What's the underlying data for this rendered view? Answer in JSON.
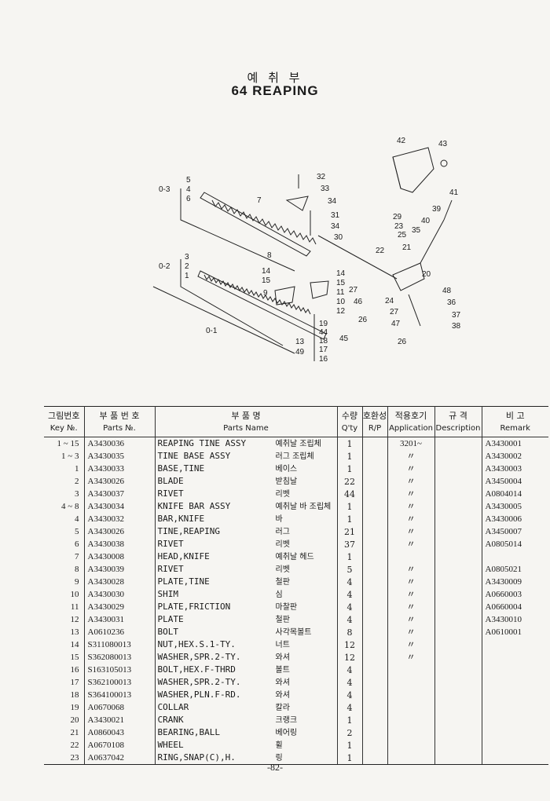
{
  "header": {
    "title_ko": "예 취 부",
    "title_en": "64  REAPING"
  },
  "diagram": {
    "callouts": [
      "42",
      "43",
      "41",
      "39",
      "40",
      "35",
      "29",
      "23",
      "25",
      "21",
      "22",
      "20",
      "32",
      "33",
      "34",
      "31",
      "34",
      "30",
      "5",
      "4",
      "6",
      "0-3",
      "7",
      "8",
      "3",
      "2",
      "1",
      "0-2",
      "14",
      "15",
      "9",
      "14",
      "15",
      "11",
      "10",
      "12",
      "27",
      "46",
      "24",
      "48",
      "36",
      "37",
      "38",
      "27",
      "47",
      "26",
      "26",
      "19",
      "44",
      "18",
      "13",
      "49",
      "17",
      "16",
      "45",
      "0-1"
    ]
  },
  "table": {
    "headers": {
      "key_ko": "그림번호",
      "key_en": "Key №.",
      "part_no_ko": "부 품 번 호",
      "part_no_en": "Parts №.",
      "name_ko": "부      품      명",
      "name_en": "Parts    Name",
      "qty_ko": "수량",
      "qty_en": "Q'ty",
      "rp_ko": "호환성",
      "rp_en": "R/P",
      "app_ko": "적용호기",
      "app_en": "Application",
      "desc_ko": "규   격",
      "desc_en": "Description",
      "remark_ko": "비      고",
      "remark_en": "Remark"
    },
    "rows": [
      {
        "key": "1 ~ 15",
        "part": "A3430036",
        "name_en": "REAPING TINE ASSY",
        "name_ko": "예취날 조립체",
        "qty": "1",
        "rp": "",
        "app": "3201~",
        "desc": "",
        "remark": "A3430001"
      },
      {
        "key": "1 ~  3",
        "part": "A3430035",
        "name_en": "TINE BASE ASSY",
        "name_ko": "러그 조립체",
        "qty": "1",
        "rp": "",
        "app": "〃",
        "desc": "",
        "remark": "A3430002"
      },
      {
        "key": "1",
        "part": "A3430033",
        "name_en": "BASE,TINE",
        "name_ko": "베이스",
        "qty": "1",
        "rp": "",
        "app": "〃",
        "desc": "",
        "remark": "A3430003"
      },
      {
        "key": "2",
        "part": "A3430026",
        "name_en": "BLADE",
        "name_ko": "받침날",
        "qty": "22",
        "rp": "",
        "app": "〃",
        "desc": "",
        "remark": "A3450004"
      },
      {
        "key": "3",
        "part": "A3430037",
        "name_en": "RIVET",
        "name_ko": "리벳",
        "qty": "44",
        "rp": "",
        "app": "〃",
        "desc": "",
        "remark": "A0804014"
      },
      {
        "key": "4 ~  8",
        "part": "A3430034",
        "name_en": "KNIFE BAR ASSY",
        "name_ko": "예취날 바 조립체",
        "qty": "1",
        "rp": "",
        "app": "〃",
        "desc": "",
        "remark": "A3430005"
      },
      {
        "key": "4",
        "part": "A3430032",
        "name_en": "BAR,KNIFE",
        "name_ko": "바",
        "qty": "1",
        "rp": "",
        "app": "〃",
        "desc": "",
        "remark": "A3430006"
      },
      {
        "key": "5",
        "part": "A3430026",
        "name_en": "TINE,REAPING",
        "name_ko": "러그",
        "qty": "21",
        "rp": "",
        "app": "〃",
        "desc": "",
        "remark": "A3450007"
      },
      {
        "key": "6",
        "part": "A3430038",
        "name_en": "RIVET",
        "name_ko": "리벳",
        "qty": "37",
        "rp": "",
        "app": "〃",
        "desc": "",
        "remark": "A0805014"
      },
      {
        "key": "7",
        "part": "A3430008",
        "name_en": "HEAD,KNIFE",
        "name_ko": "예취날 헤드",
        "qty": "1",
        "rp": "",
        "app": "",
        "desc": "",
        "remark": ""
      },
      {
        "key": "8",
        "part": "A3430039",
        "name_en": "RIVET",
        "name_ko": "리벳",
        "qty": "5",
        "rp": "",
        "app": "〃",
        "desc": "",
        "remark": "A0805021"
      },
      {
        "key": "9",
        "part": "A3430028",
        "name_en": "PLATE,TINE",
        "name_ko": "철판",
        "qty": "4",
        "rp": "",
        "app": "〃",
        "desc": "",
        "remark": "A3430009"
      },
      {
        "key": "10",
        "part": "A3430030",
        "name_en": "SHIM",
        "name_ko": "심",
        "qty": "4",
        "rp": "",
        "app": "〃",
        "desc": "",
        "remark": "A0660003"
      },
      {
        "key": "11",
        "part": "A3430029",
        "name_en": "PLATE,FRICTION",
        "name_ko": "마찰판",
        "qty": "4",
        "rp": "",
        "app": "〃",
        "desc": "",
        "remark": "A0660004"
      },
      {
        "key": "12",
        "part": "A3430031",
        "name_en": "PLATE",
        "name_ko": "철판",
        "qty": "4",
        "rp": "",
        "app": "〃",
        "desc": "",
        "remark": "A3430010"
      },
      {
        "key": "13",
        "part": "A0610236",
        "name_en": "BOLT",
        "name_ko": "사각목볼트",
        "qty": "8",
        "rp": "",
        "app": "〃",
        "desc": "",
        "remark": "A0610001"
      },
      {
        "key": "14",
        "part": "S311080013",
        "name_en": "NUT,HEX.S.1-TY.",
        "name_ko": "너트",
        "qty": "12",
        "rp": "",
        "app": "〃",
        "desc": "",
        "remark": ""
      },
      {
        "key": "15",
        "part": "S362080013",
        "name_en": "WASHER,SPR.2-TY.",
        "name_ko": "와셔",
        "qty": "12",
        "rp": "",
        "app": "〃",
        "desc": "",
        "remark": ""
      },
      {
        "key": "16",
        "part": "S163105013",
        "name_en": "BOLT,HEX.F-THRD",
        "name_ko": "볼트",
        "qty": "4",
        "rp": "",
        "app": "",
        "desc": "",
        "remark": ""
      },
      {
        "key": "17",
        "part": "S362100013",
        "name_en": "WASHER,SPR.2-TY.",
        "name_ko": "와셔",
        "qty": "4",
        "rp": "",
        "app": "",
        "desc": "",
        "remark": ""
      },
      {
        "key": "18",
        "part": "S364100013",
        "name_en": "WASHER,PLN.F-RD.",
        "name_ko": "와셔",
        "qty": "4",
        "rp": "",
        "app": "",
        "desc": "",
        "remark": ""
      },
      {
        "key": "19",
        "part": "A0670068",
        "name_en": "COLLAR",
        "name_ko": "칼라",
        "qty": "4",
        "rp": "",
        "app": "",
        "desc": "",
        "remark": ""
      },
      {
        "key": "20",
        "part": "A3430021",
        "name_en": "CRANK",
        "name_ko": "크랭크",
        "qty": "1",
        "rp": "",
        "app": "",
        "desc": "",
        "remark": ""
      },
      {
        "key": "21",
        "part": "A0860043",
        "name_en": "BEARING,BALL",
        "name_ko": "베어링",
        "qty": "2",
        "rp": "",
        "app": "",
        "desc": "",
        "remark": ""
      },
      {
        "key": "22",
        "part": "A0670108",
        "name_en": "WHEEL",
        "name_ko": "휠",
        "qty": "1",
        "rp": "",
        "app": "",
        "desc": "",
        "remark": ""
      },
      {
        "key": "23",
        "part": "A0637042",
        "name_en": "RING,SNAP(C),H.",
        "name_ko": "링",
        "qty": "1",
        "rp": "",
        "app": "",
        "desc": "",
        "remark": ""
      }
    ]
  },
  "footer": {
    "page_number": "-82-"
  }
}
